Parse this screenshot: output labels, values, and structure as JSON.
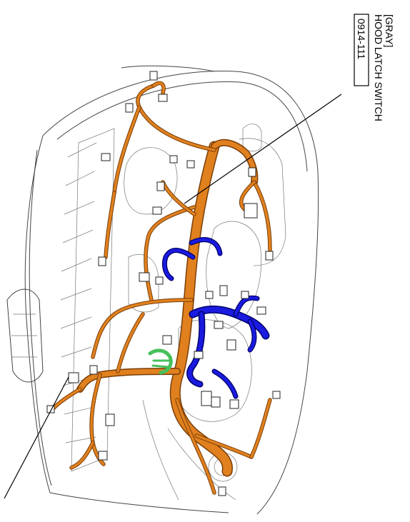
{
  "callout": {
    "color_note": "[GRAY]",
    "component_name": "HOOD LATCH SWITCH",
    "part_number": "0914-111"
  },
  "colors": {
    "main_harness": "#e0801e",
    "engine_harness": "#1a1ae0",
    "sub_harness": "#46c05a"
  }
}
